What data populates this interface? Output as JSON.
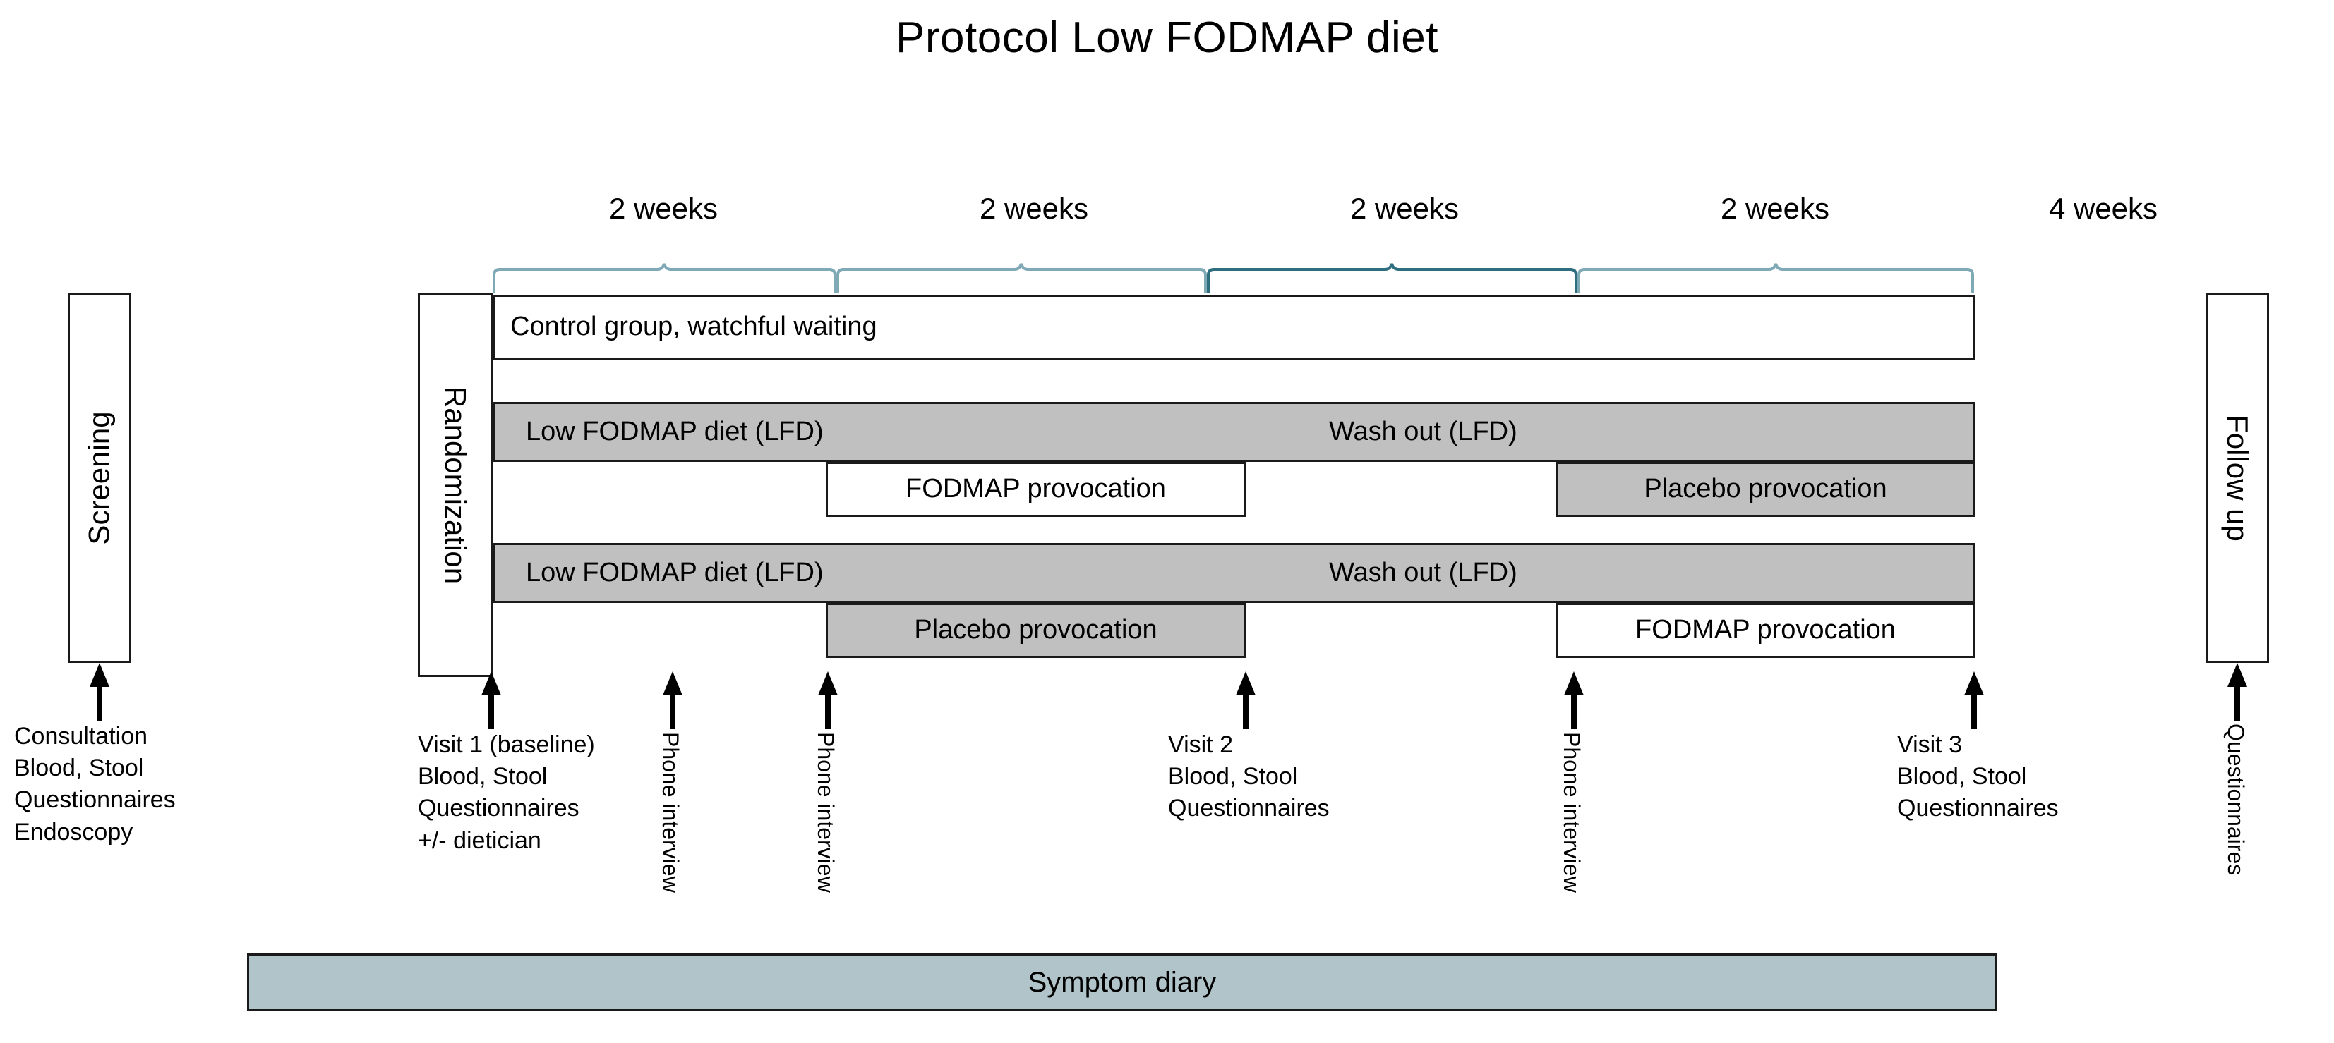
{
  "title": "Protocol Low FODMAP diet",
  "timeline": {
    "week_labels": [
      {
        "text": "2 weeks"
      },
      {
        "text": "2 weeks"
      },
      {
        "text": "2 weeks"
      },
      {
        "text": "2 weeks"
      },
      {
        "text": "4 weeks"
      }
    ],
    "brace_color": "#7FA9B5"
  },
  "screening": {
    "box_label": "Screening",
    "caption": [
      "Consultation",
      "Blood, Stool",
      "Questionnaires",
      "Endoscopy"
    ]
  },
  "randomization": {
    "box_label": "Randomization"
  },
  "followup": {
    "box_label": "Follow up",
    "caption": "Questionnaires"
  },
  "arms": {
    "control": {
      "bar_label": "Control group, watchful waiting",
      "fill": "#ffffff"
    },
    "arm1": {
      "diet_label": "Low FODMAP diet (LFD)",
      "washout_label": "Wash out (LFD)",
      "diet_fill": "#c0c0c0",
      "provocation_1": {
        "label": "FODMAP provocation",
        "fill": "#ffffff"
      },
      "provocation_2": {
        "label": "Placebo provocation",
        "fill": "#c0c0c0"
      }
    },
    "arm2": {
      "diet_label": "Low FODMAP diet (LFD)",
      "washout_label": "Wash out (LFD)",
      "diet_fill": "#c0c0c0",
      "provocation_1": {
        "label": "Placebo provocation",
        "fill": "#c0c0c0"
      },
      "provocation_2": {
        "label": "FODMAP provocation",
        "fill": "#ffffff"
      }
    }
  },
  "events": [
    {
      "name": "visit-1",
      "caption": [
        "Visit 1 (baseline)",
        "Blood, Stool",
        "Questionnaires",
        "+/- dietician"
      ]
    },
    {
      "name": "phone-interview-1",
      "caption": "Phone interview"
    },
    {
      "name": "phone-interview-2",
      "caption": "Phone interview"
    },
    {
      "name": "visit-2",
      "caption": [
        "Visit 2",
        "Blood, Stool",
        "Questionnaires"
      ]
    },
    {
      "name": "phone-interview-3",
      "caption": "Phone interview"
    },
    {
      "name": "visit-3",
      "caption": [
        "Visit 3",
        "Blood, Stool",
        "Questionnaires"
      ]
    }
  ],
  "symptom_diary": {
    "label": "Symptom diary",
    "fill": "#b0c4ca"
  }
}
